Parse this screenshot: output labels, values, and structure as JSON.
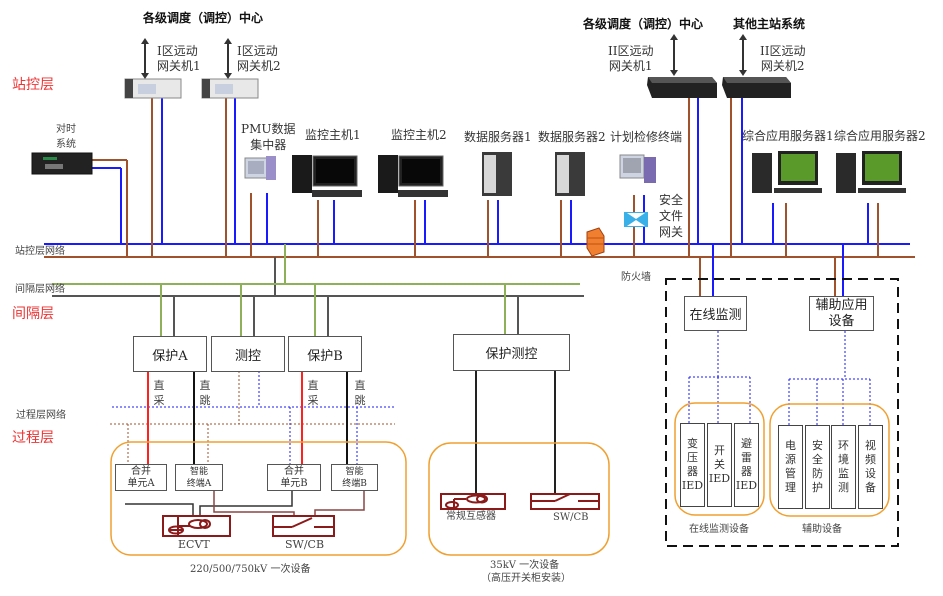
{
  "layers": {
    "station": "站控层",
    "bay": "间隔层",
    "process": "过程层"
  },
  "networks": {
    "station": "站控层网络",
    "bay": "间隔层网络",
    "process": "过程层网络"
  },
  "top": {
    "dispatch_left": "各级调度（调控）中心",
    "dispatch_right": "各级调度（调控）中心",
    "other_master": "其他主站系统"
  },
  "gateways": [
    {
      "line1": "I区远动",
      "line2": "网关机1"
    },
    {
      "line1": "I区远动",
      "line2": "网关机2"
    },
    {
      "line1": "II区远动",
      "line2": "网关机1"
    },
    {
      "line1": "II区远动",
      "line2": "网关机2"
    }
  ],
  "station_devices": {
    "time_sync": {
      "line1": "对时",
      "line2": "系统"
    },
    "pmu": {
      "line1": "PMU数据",
      "line2": "集中器"
    },
    "monitor1": "监控主机1",
    "monitor2": "监控主机2",
    "data_server1": "数据服务器1",
    "data_server2": "数据服务器2",
    "maint_terminal": "计划检修终端",
    "secure_gateway": [
      "安全",
      "文件",
      "网关"
    ],
    "app_server1": "综合应用服务器1",
    "app_server2": "综合应用服务器2",
    "firewall": "防火墙"
  },
  "bay_devices": {
    "protect_a": "保护A",
    "measure_control": "测控",
    "protect_b": "保护B",
    "protect_measure": "保护测控",
    "direct_sample": [
      "直",
      "采"
    ],
    "direct_trip": [
      "直",
      "跳"
    ]
  },
  "process_devices": {
    "merge_a": [
      "合并",
      "单元A"
    ],
    "smart_a": [
      "智能",
      "终端A"
    ],
    "merge_b": [
      "合并",
      "单元B"
    ],
    "smart_b": [
      "智能",
      "终端B"
    ],
    "ecvt": "ECVT",
    "swcb": "SW/CB",
    "conv_ct": "常规互感器",
    "swcb_35": "SW/CB",
    "group_hv": "220/500/750kV 一次设备",
    "group_35_line1": "35kV 一次设备",
    "group_35_line2": "（高压开关柜安装）"
  },
  "aux_area": {
    "online_monitor": "在线监测",
    "aux_app": [
      "辅助应用",
      "设备"
    ],
    "ieds": [
      [
        "变",
        "压",
        "器",
        "IED"
      ],
      [
        "开",
        "关",
        "IED"
      ],
      [
        "避",
        "雷",
        "器",
        "IED"
      ]
    ],
    "aux_units": [
      [
        "电",
        "源",
        "管",
        "理"
      ],
      [
        "安",
        "全",
        "防",
        "护"
      ],
      [
        "环",
        "境",
        "监",
        "测"
      ],
      [
        "视",
        "频",
        "设",
        "备"
      ]
    ],
    "online_group": "在线监测设备",
    "aux_group": "辅助设备"
  },
  "colors": {
    "station_net_a": "#1a1aff",
    "station_net_b": "#a0522d",
    "bay_net_green": "#8fb05a",
    "bay_net_gray": "#555555",
    "direct_sample": "#ff2020",
    "layer_label": "#ee3333",
    "group_outline": "#f0a030",
    "primary_equipment": "#8b1a1a"
  }
}
